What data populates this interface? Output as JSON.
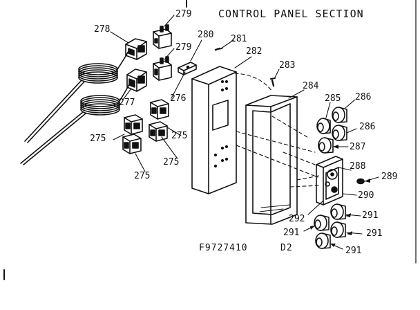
{
  "diagram": {
    "title": "CONTROL PANEL SECTION",
    "figure_code": "F9727410",
    "revision": "D2",
    "callouts": [
      {
        "id": "c278",
        "label": "278"
      },
      {
        "id": "c279a",
        "label": "279"
      },
      {
        "id": "c280",
        "label": "280"
      },
      {
        "id": "c281",
        "label": "281"
      },
      {
        "id": "c279b",
        "label": "279"
      },
      {
        "id": "c282",
        "label": "282"
      },
      {
        "id": "c283",
        "label": "283"
      },
      {
        "id": "c284",
        "label": "284"
      },
      {
        "id": "c285",
        "label": "285"
      },
      {
        "id": "c286a",
        "label": "286"
      },
      {
        "id": "c286b",
        "label": "286"
      },
      {
        "id": "c287",
        "label": "287"
      },
      {
        "id": "c277",
        "label": "277"
      },
      {
        "id": "c276",
        "label": "276"
      },
      {
        "id": "c275a",
        "label": "275"
      },
      {
        "id": "c275b",
        "label": "275"
      },
      {
        "id": "c275c",
        "label": "275"
      },
      {
        "id": "c275d",
        "label": "275"
      },
      {
        "id": "c288",
        "label": "288"
      },
      {
        "id": "c289",
        "label": "289"
      },
      {
        "id": "c290",
        "label": "290"
      },
      {
        "id": "c291a",
        "label": "291"
      },
      {
        "id": "c291b",
        "label": "291"
      },
      {
        "id": "c291c",
        "label": "291"
      },
      {
        "id": "c291d",
        "label": "291"
      },
      {
        "id": "c292",
        "label": "292"
      }
    ]
  },
  "colors": {
    "ink": "#111111",
    "paper": "#ffffff"
  }
}
